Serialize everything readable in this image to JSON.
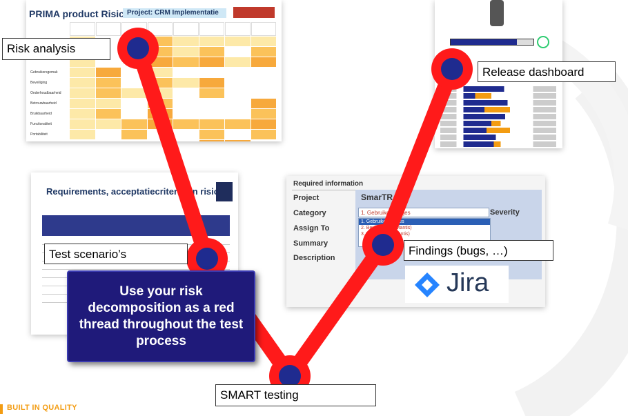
{
  "labels": {
    "risk_analysis": "Risk analysis",
    "release_dashboard": "Release dashboard",
    "test_scenarios": "Test scenario’s",
    "findings": "Findings (bugs, …)",
    "smart_testing": "SMART testing"
  },
  "callout": "Use your risk decomposition as a red thread throughout the test process",
  "brand": "BUILT IN QUALITY",
  "matrix": {
    "title": "PRIMA product Risico Matrix",
    "project": "Project: CRM Implementatie"
  },
  "requirements": {
    "title": "Requirements, acceptatiecriteria en risico's"
  },
  "jira": {
    "header": "Required information",
    "project_label": "Project",
    "project_value": "SmarTRA",
    "category_label": "Category",
    "assign_label": "Assign To",
    "summary_label": "Summary",
    "description_label": "Description",
    "severity_label": "Severity",
    "category_selected": "1. Gebruikersfoutjes",
    "category_options": [
      "1. Gebruikersfoutjes",
      "2. Bevindingen (Mantis)",
      "3. Wijzigingen (Mantis)"
    ],
    "logo_text": "Jira"
  },
  "colors": {
    "thread": "#ff1a1a",
    "node": "#1f2b8f",
    "callout_bg": "#1f1a7a",
    "brand": "#f39c12"
  }
}
